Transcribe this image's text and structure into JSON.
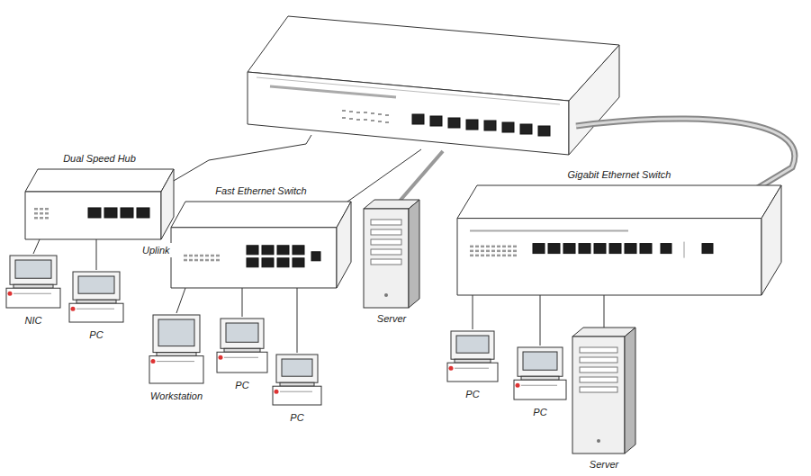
{
  "diagram": {
    "nodes": [
      {
        "text": [
          "Dual Speed Hub"
        ]
      },
      {
        "text": [
          "Fast Ethernet Switch"
        ]
      },
      {
        "text": [
          "Server"
        ]
      },
      {
        "text": [
          "Gigabit Ethernet Switch"
        ]
      },
      {
        "text": [
          "NIC"
        ]
      },
      {
        "text": [
          "PC"
        ]
      },
      {
        "text": [
          "Workstation"
        ]
      },
      {
        "text": [
          "PC"
        ]
      },
      {
        "text": [
          "PC"
        ]
      },
      {
        "text": [
          "PC"
        ]
      },
      {
        "text": [
          "PC"
        ]
      },
      {
        "text": [
          "Server"
        ]
      }
    ],
    "edges": [
      {
        "from": 0,
        "to": 4,
        "arrow": "none"
      },
      {
        "from": 0,
        "to": 5,
        "arrow": "none"
      },
      {
        "from": 1,
        "to": 6,
        "arrow": "none"
      },
      {
        "from": 1,
        "to": 7,
        "arrow": "none"
      },
      {
        "from": 1,
        "to": 8,
        "arrow": "none"
      },
      {
        "from": 3,
        "to": 9,
        "arrow": "none"
      },
      {
        "from": 3,
        "to": 10,
        "arrow": "none"
      },
      {
        "from": 3,
        "to": 11,
        "arrow": "none"
      }
    ],
    "labels": [
      "Uplink"
    ]
  }
}
